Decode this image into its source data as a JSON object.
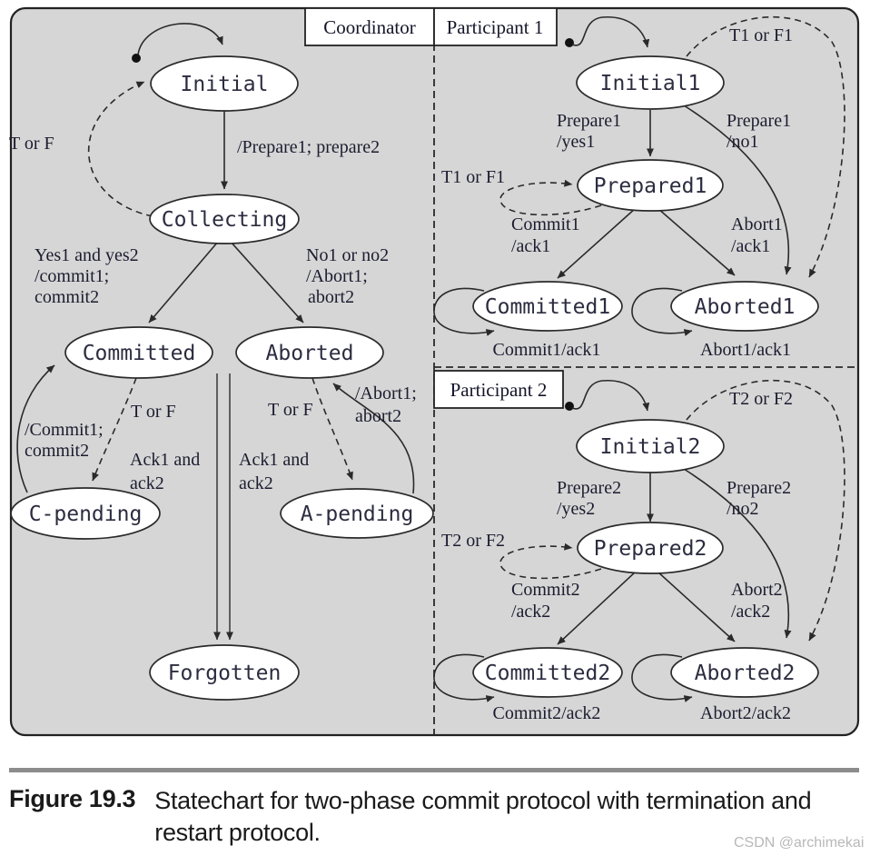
{
  "figure": {
    "panels": {
      "coordinator_title": "Coordinator",
      "participant1_title": "Participant 1",
      "participant2_title": "Participant 2"
    },
    "coordinator": {
      "states": {
        "initial": "Initial",
        "collecting": "Collecting",
        "committed": "Committed",
        "aborted": "Aborted",
        "c_pending": "C-pending",
        "a_pending": "A-pending",
        "forgotten": "Forgotten"
      },
      "labels": {
        "restart": "T or F",
        "prepare": "/Prepare1; prepare2",
        "yes": [
          "Yes1 and yes2",
          "/commit1;",
          "commit2"
        ],
        "no": [
          "No1 or no2",
          "/Abort1;",
          "abort2"
        ],
        "commit_retry": [
          "/Commit1;",
          "commit2"
        ],
        "abort_retry": [
          "/Abort1;",
          "abort2"
        ],
        "ack": [
          "Ack1 and",
          "ack2"
        ]
      }
    },
    "participant1": {
      "states": {
        "initial": "Initial1",
        "prepared": "Prepared1",
        "committed": "Committed1",
        "aborted": "Aborted1"
      },
      "labels": {
        "timeout": "T1 or F1",
        "prepare_yes": [
          "Prepare1",
          "/yes1"
        ],
        "prepare_no": [
          "Prepare1",
          "/no1"
        ],
        "commit_ack": [
          "Commit1",
          "/ack1"
        ],
        "abort_ack": [
          "Abort1",
          "/ack1"
        ],
        "commit_self": "Commit1/ack1",
        "abort_self": "Abort1/ack1"
      }
    },
    "participant2": {
      "states": {
        "initial": "Initial2",
        "prepared": "Prepared2",
        "committed": "Committed2",
        "aborted": "Aborted2"
      },
      "labels": {
        "timeout": "T2 or F2",
        "prepare_yes": [
          "Prepare2",
          "/yes2"
        ],
        "prepare_no": [
          "Prepare2",
          "/no2"
        ],
        "commit_ack": [
          "Commit2",
          "/ack2"
        ],
        "abort_ack": [
          "Abort2",
          "/ack2"
        ],
        "commit_self": "Commit2/ack2",
        "abort_self": "Abort2/ack2"
      }
    }
  },
  "caption": {
    "label": "Figure 19.3",
    "line1": "Statechart for two-phase commit protocol with termination and",
    "line2": "restart protocol."
  },
  "watermark": "CSDN @archimekai",
  "colors": {
    "panel_bg": "#d6d6d6",
    "line": "#2a2a2a",
    "state_fill": "#ffffff",
    "state_text": "#2c2c40",
    "label_text": "#1c1c30",
    "caption_rule": "#8c8c8c",
    "watermark": "#b8b8b8"
  }
}
